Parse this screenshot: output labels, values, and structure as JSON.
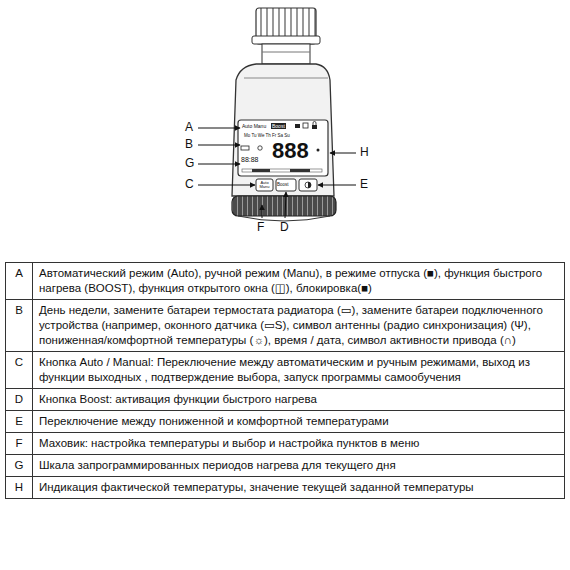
{
  "diagram": {
    "labels": [
      "A",
      "B",
      "H",
      "G",
      "C",
      "E",
      "F",
      "D",
      "Auto Manu",
      "Boost",
      "Mo Tu We Th Fr Sa Su",
      "888",
      "88:88",
      "Auto Manu",
      "Boost",
      "A",
      "Автоматический режим (Auto), ручной режим (Manu), в режиме отпуска (■), функция быстрого нагрева (BOOST), функция открытого окна (◫), блокировка(■)",
      "B",
      "День недели, замените батареи термостата радиатора (▭), замените батареи подключенного устройства (например, оконного датчика (▭S), символ антенны (радио синхронизация) (Ψ), пониженная/комфортной температуры (☼), время / дата, символ активности привода (∩)",
      "C",
      "Кнопка Auto / Manual: Переключение между автоматическим и ручным режимами, выход из функции выходных , подтверждение выбора, запуск программы самообучения",
      "D",
      "Кнопка Boost: активация функции быстрого нагрева",
      "E",
      "Переключение между пониженной и комфортной температурами",
      "F",
      "Маховик: настройка температуры и выбор и настройка пунктов в меню",
      "G",
      "Шкала запрограммированных периодов нагрева для текущего дня",
      "H",
      "Индикация фактической температуры, значение текущей заданной температуры"
    ]
  }
}
